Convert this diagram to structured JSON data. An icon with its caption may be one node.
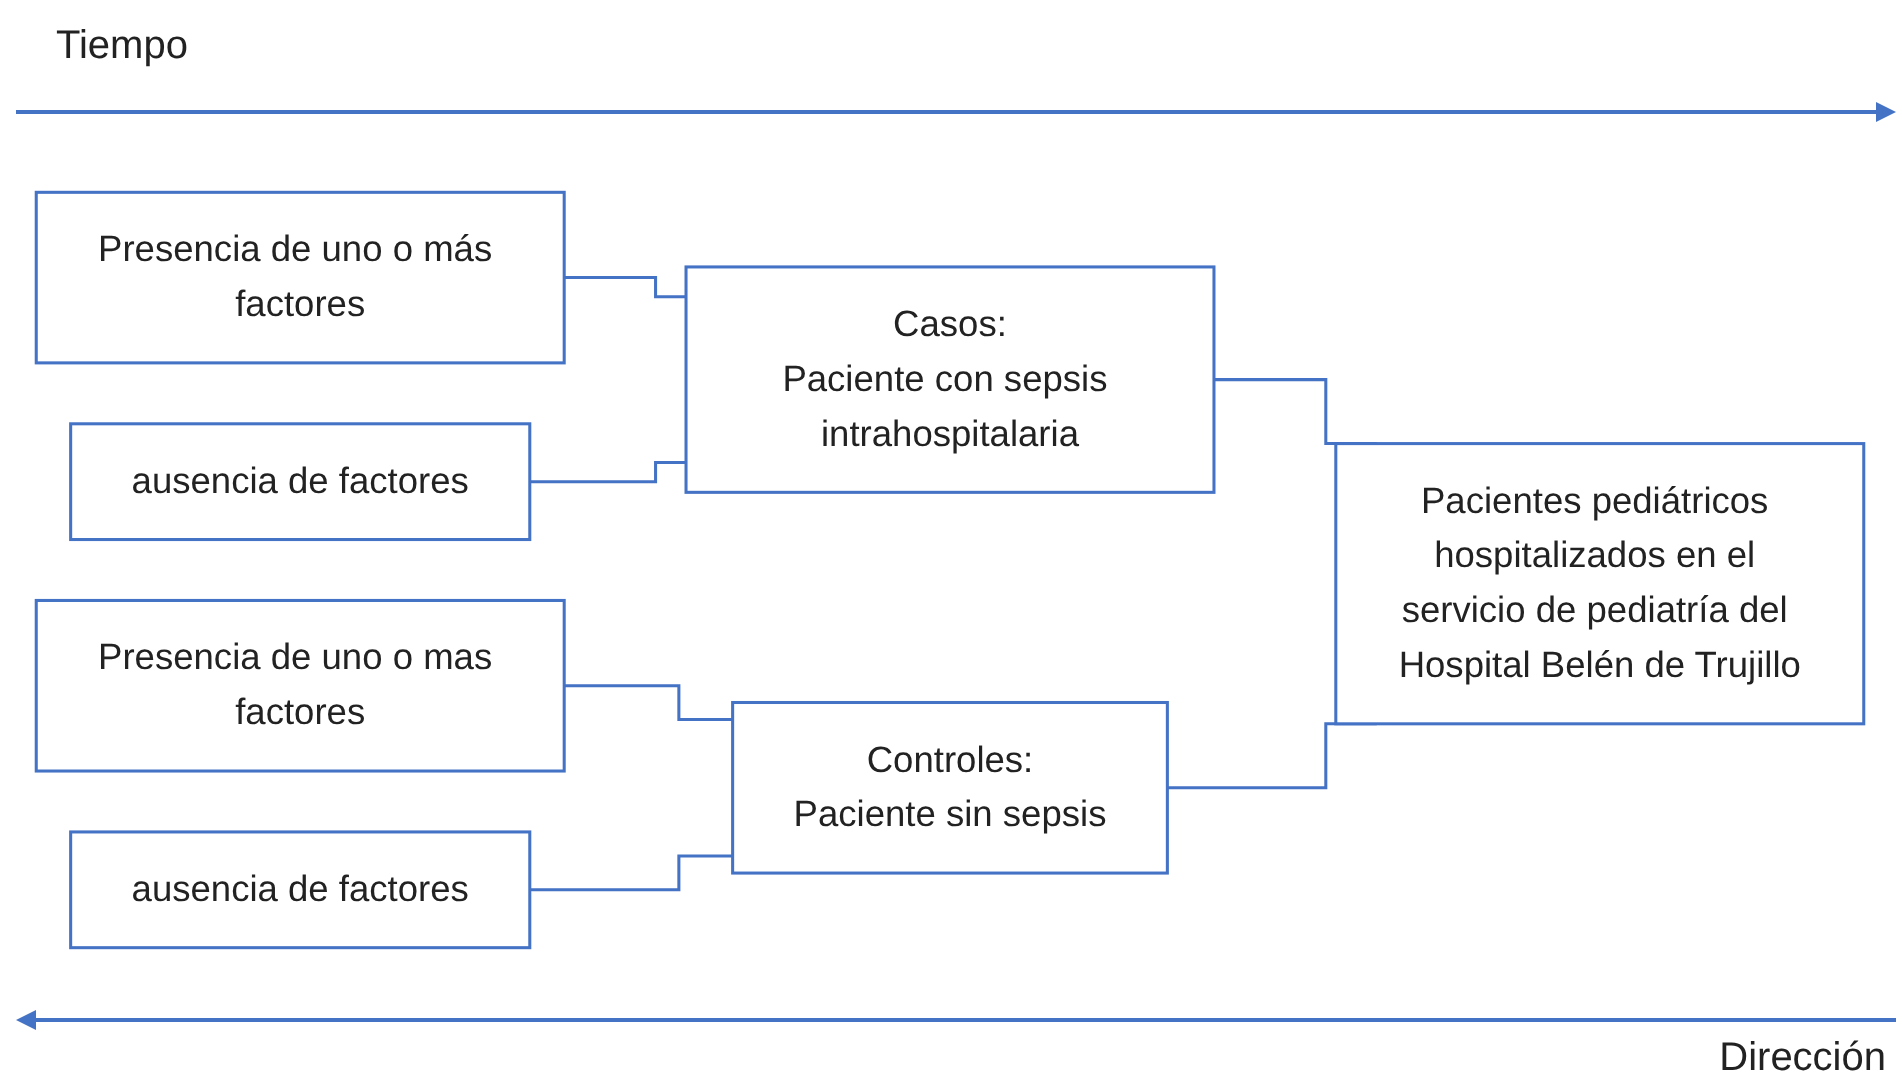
{
  "diagram": {
    "nodes": [
      {
        "text": [
          "Presencia de uno o más factores"
        ]
      },
      {
        "text": [
          "ausencia de factores"
        ]
      },
      {
        "text": [
          "Casos:",
          "Paciente con sepsis intrahospitalaria"
        ]
      },
      {
        "text": [
          "Presencia de uno o mas factores"
        ]
      },
      {
        "text": [
          "ausencia de factores"
        ]
      },
      {
        "text": [
          "Controles:",
          "Paciente sin sepsis"
        ]
      },
      {
        "text": [
          "Pacientes pediátricos hospitalizados en el servicio de pediatría del Hospital Belén de Trujillo"
        ]
      }
    ],
    "edges": [
      {
        "from": 0,
        "to": 2,
        "arrow": "none"
      },
      {
        "from": 1,
        "to": 2,
        "arrow": "none"
      },
      {
        "from": 3,
        "to": 5,
        "arrow": "none"
      },
      {
        "from": 4,
        "to": 5,
        "arrow": "none"
      },
      {
        "from": 2,
        "to": 6,
        "arrow": "none"
      },
      {
        "from": 5,
        "to": 6,
        "arrow": "none"
      }
    ],
    "labels": [
      "Tiempo",
      "Dirección"
    ]
  }
}
